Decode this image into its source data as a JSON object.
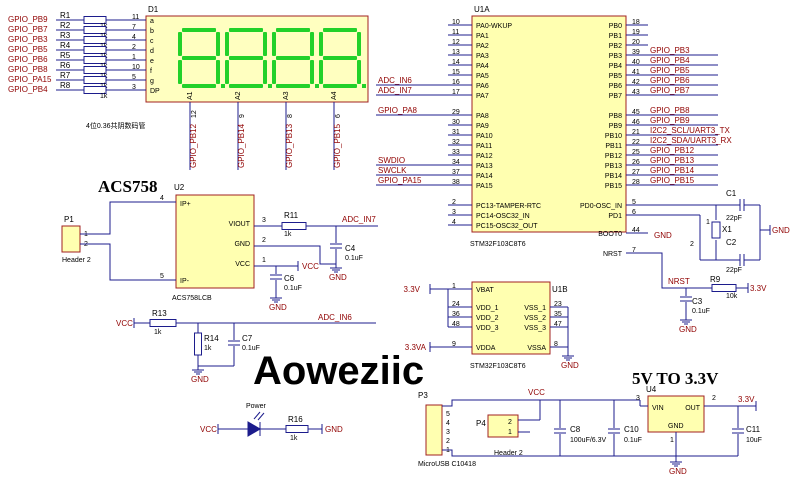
{
  "watermark": "Aoweziic",
  "display": {
    "ref": "D1",
    "note": "4位0.36共阴数码管",
    "left_nets": [
      "GPIO_PB9",
      "GPIO_PB7",
      "GPIO_PB3",
      "GPIO_PB5",
      "GPIO_PB6",
      "GPIO_PB8",
      "GPIO_PA15",
      "GPIO_PB4"
    ],
    "resistors": [
      "R1",
      "R2",
      "R3",
      "R4",
      "R5",
      "R6",
      "R7",
      "R8"
    ],
    "res_value": "1k",
    "pin_numbers": [
      "11",
      "7",
      "4",
      "2",
      "1",
      "10",
      "5",
      "3"
    ],
    "segments": [
      "a",
      "b",
      "c",
      "d",
      "e",
      "f",
      "g",
      "DP"
    ],
    "digits": [
      "A1",
      "A2",
      "A3",
      "A4"
    ],
    "digit_pins": [
      "12",
      "9",
      "8",
      "6"
    ],
    "digit_nets": [
      "GPIO_PB12",
      "GPIO_PB14",
      "GPIO_PB13",
      "GPIO_PB15"
    ]
  },
  "mcu_a": {
    "ref": "U1A",
    "part": "STM32F103C8T6",
    "left_pins": [
      {
        "num": "10",
        "name": "PA0-WKUP",
        "net": ""
      },
      {
        "num": "11",
        "name": "PA1",
        "net": ""
      },
      {
        "num": "12",
        "name": "PA2",
        "net": ""
      },
      {
        "num": "13",
        "name": "PA3",
        "net": ""
      },
      {
        "num": "14",
        "name": "PA4",
        "net": ""
      },
      {
        "num": "15",
        "name": "PA5",
        "net": ""
      },
      {
        "num": "16",
        "name": "PA6",
        "net": "ADC_IN6"
      },
      {
        "num": "17",
        "name": "PA7",
        "net": "ADC_IN7"
      },
      {
        "num": "29",
        "name": "PA8",
        "net": "GPIO_PA8"
      },
      {
        "num": "30",
        "name": "PA9",
        "net": ""
      },
      {
        "num": "31",
        "name": "PA10",
        "net": ""
      },
      {
        "num": "32",
        "name": "PA11",
        "net": ""
      },
      {
        "num": "33",
        "name": "PA12",
        "net": ""
      },
      {
        "num": "34",
        "name": "PA13",
        "net": "SWDIO"
      },
      {
        "num": "37",
        "name": "PA14",
        "net": "SWCLK"
      },
      {
        "num": "38",
        "name": "PA15",
        "net": "GPIO_PA15"
      },
      {
        "num": "2",
        "name": "PC13-TAMPER-RTC",
        "net": ""
      },
      {
        "num": "3",
        "name": "PC14-OSC32_IN",
        "net": ""
      },
      {
        "num": "4",
        "name": "PC15-OSC32_OUT",
        "net": ""
      }
    ],
    "right_pins": [
      {
        "num": "18",
        "name": "PB0",
        "net": ""
      },
      {
        "num": "19",
        "name": "PB1",
        "net": ""
      },
      {
        "num": "20",
        "name": "PB2",
        "net": ""
      },
      {
        "num": "39",
        "name": "PB3",
        "net": "GPIO_PB3"
      },
      {
        "num": "40",
        "name": "PB4",
        "net": "GPIO_PB4"
      },
      {
        "num": "41",
        "name": "PB5",
        "net": "GPIO_PB5"
      },
      {
        "num": "42",
        "name": "PB6",
        "net": "GPIO_PB6"
      },
      {
        "num": "43",
        "name": "PB7",
        "net": "GPIO_PB7"
      },
      {
        "num": "45",
        "name": "PB8",
        "net": "GPIO_PB8"
      },
      {
        "num": "46",
        "name": "PB9",
        "net": "GPIO_PB9"
      },
      {
        "num": "21",
        "name": "PB10",
        "net": "I2C2_SCL/UART3_TX"
      },
      {
        "num": "22",
        "name": "PB11",
        "net": "I2C2_SDA/UART3_RX"
      },
      {
        "num": "25",
        "name": "PB12",
        "net": "GPIO_PB12"
      },
      {
        "num": "26",
        "name": "PB13",
        "net": "GPIO_PB13"
      },
      {
        "num": "27",
        "name": "PB14",
        "net": "GPIO_PB14"
      },
      {
        "num": "28",
        "name": "PB15",
        "net": "GPIO_PB15"
      }
    ],
    "osc_pins": [
      {
        "num": "5",
        "name": "PD0-OSC_IN"
      },
      {
        "num": "6",
        "name": "PD1"
      },
      {
        "num": "44",
        "name": "BOOT0"
      },
      {
        "num": "7",
        "name": "NRST"
      }
    ],
    "boot_net": "GND"
  },
  "mcu_b": {
    "ref": "U1B",
    "part": "STM32F103C8T6",
    "left_pins": [
      {
        "num": "1",
        "name": "VBAT"
      },
      {
        "num": "24",
        "name": "VDD_1"
      },
      {
        "num": "36",
        "name": "VDD_2"
      },
      {
        "num": "48",
        "name": "VDD_3"
      },
      {
        "num": "9",
        "name": "VDDA"
      }
    ],
    "right_pins": [
      {
        "num": "23",
        "name": "VSS_1"
      },
      {
        "num": "35",
        "name": "VSS_2"
      },
      {
        "num": "47",
        "name": "VSS_3"
      },
      {
        "num": "8",
        "name": "VSSA"
      }
    ],
    "vbat_net": "3.3V",
    "vdda_net": "3.3VA",
    "gnd": "GND"
  },
  "crystal": {
    "c1": "C1",
    "c1_val": "22pF",
    "c2": "C2",
    "c2_val": "22pF",
    "x": "X1",
    "pin1": "1",
    "pin2": "2",
    "gnd": "GND"
  },
  "reset": {
    "net": "NRST",
    "r": "R9",
    "r_val": "10k",
    "vcc": "3.3V",
    "c": "C3",
    "c_val": "0.1uF",
    "gnd": "GND"
  },
  "acs": {
    "title": "ACS758",
    "ref": "U2",
    "part": "ACS758LCB",
    "pins": [
      {
        "num": "4",
        "name": "IP+"
      },
      {
        "num": "5",
        "name": "IP-"
      },
      {
        "num": "3",
        "name": "VIOUT"
      },
      {
        "num": "2",
        "name": "GND"
      },
      {
        "num": "1",
        "name": "VCC"
      }
    ],
    "header_ref": "P1",
    "header_name": "Header 2",
    "header_pins": [
      "1",
      "2"
    ],
    "r": "R11",
    "r_val": "1k",
    "net": "ADC_IN7",
    "c4": "C4",
    "c4_val": "0.1uF",
    "c6": "C6",
    "c6_val": "0.1uF",
    "vcc": "VCC",
    "gnd": "GND"
  },
  "divider": {
    "vcc": "VCC",
    "r13": "R13",
    "r13_val": "1k",
    "r14": "R14",
    "r14_val": "1k",
    "c7": "C7",
    "c7_val": "0.1uF",
    "net": "ADC_IN6",
    "gnd": "GND"
  },
  "power_led": {
    "vcc": "VCC",
    "label": "Power",
    "r": "R16",
    "r_val": "1k",
    "gnd": "GND"
  },
  "usb": {
    "ref": "P3",
    "name": "MicroUSB C10418",
    "pins": [
      "5",
      "4",
      "3",
      "2",
      "1"
    ],
    "p4": "P4",
    "p4_name": "Header 2",
    "p4_pins": [
      "2",
      "1"
    ],
    "vcc": "VCC",
    "c8": "C8",
    "c8_val": "100uF/6.3V",
    "c10": "C10",
    "c10_val": "0.1uF",
    "gnd": "GND"
  },
  "regulator": {
    "title": "5V TO 3.3V",
    "ref": "U4",
    "vin": "VIN",
    "out": "OUT",
    "gnd_name": "GND",
    "pin_in": "3",
    "pin_out": "2",
    "pin_gnd": "1",
    "c11": "C11",
    "c11_val": "10uF",
    "out_net": "3.3V",
    "gnd": "GND"
  },
  "colors": {
    "wire": "#1c1c8c",
    "body_fill": "#ffffb0",
    "body_stroke": "#a02020",
    "net_label": "#900000",
    "pin_text": "#000000",
    "segment_on": "#22d12a",
    "display_bg": "#ffffc0"
  }
}
